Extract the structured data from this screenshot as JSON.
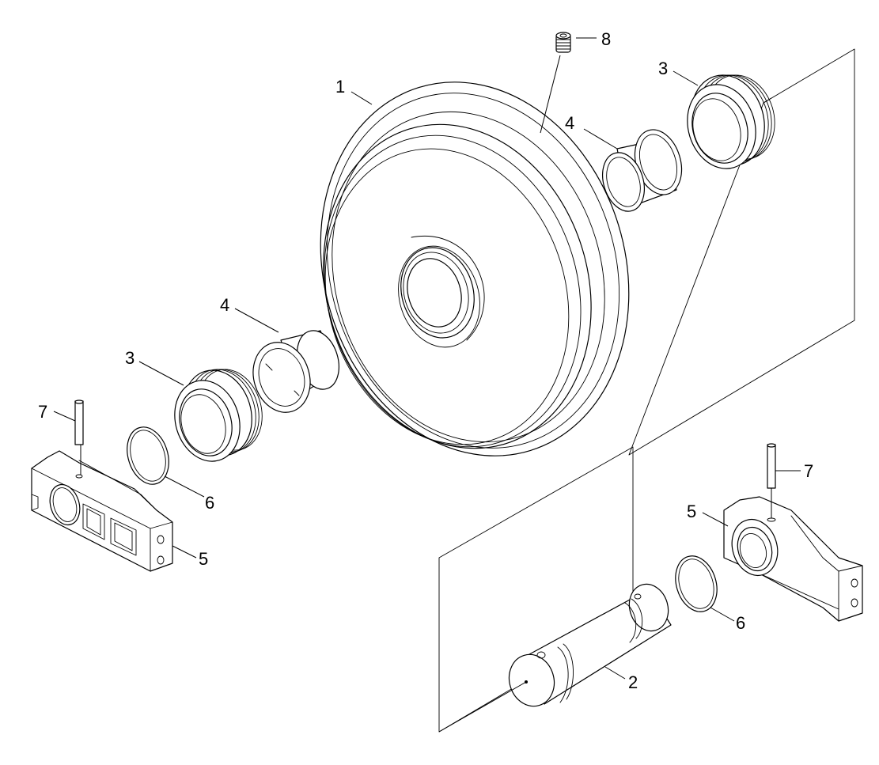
{
  "callouts": [
    {
      "id": "c1",
      "text": "1"
    },
    {
      "id": "c2",
      "text": "2"
    },
    {
      "id": "c3a",
      "text": "3"
    },
    {
      "id": "c3b",
      "text": "3"
    },
    {
      "id": "c4a",
      "text": "4"
    },
    {
      "id": "c4b",
      "text": "4"
    },
    {
      "id": "c5a",
      "text": "5"
    },
    {
      "id": "c5b",
      "text": "5"
    },
    {
      "id": "c6a",
      "text": "6"
    },
    {
      "id": "c6b",
      "text": "6"
    },
    {
      "id": "c7a",
      "text": "7"
    },
    {
      "id": "c7b",
      "text": "7"
    },
    {
      "id": "c8",
      "text": "8"
    }
  ]
}
